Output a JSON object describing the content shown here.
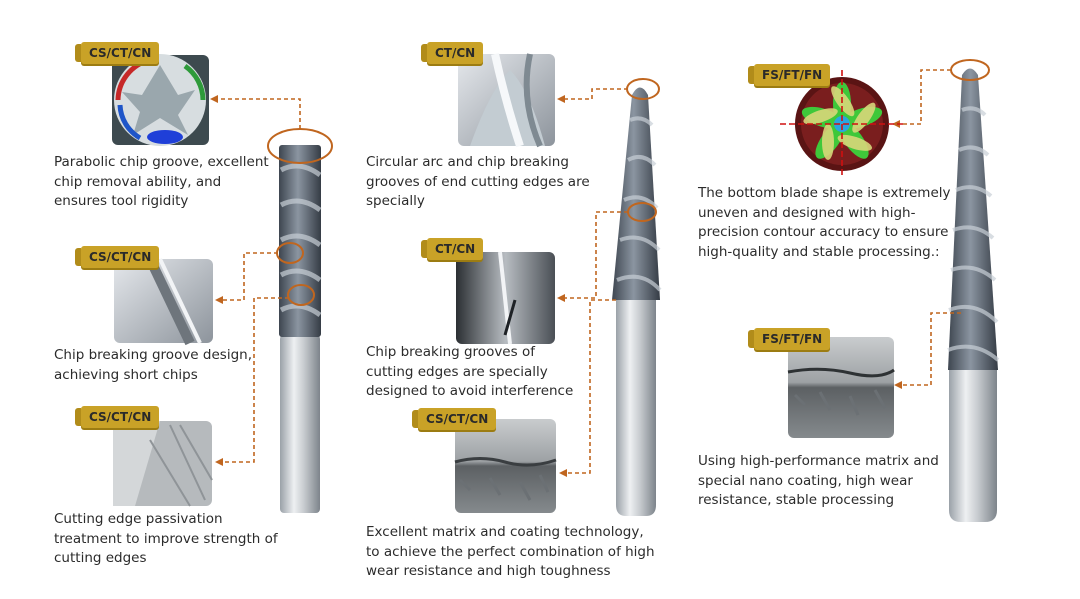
{
  "col1": {
    "tag1": "CS/CT/CN",
    "caption1": [
      "Parabolic chip groove, excellent",
      "chip removal ability, and",
      "ensures tool rigidity"
    ],
    "tag2": "CS/CT/CN",
    "caption2": [
      "Chip breaking groove design,",
      "achieving short chips"
    ],
    "tag3": "CS/CT/CN",
    "caption3": [
      "Cutting edge passivation",
      "treatment to improve strength of",
      "cutting edges"
    ]
  },
  "col2": {
    "tag1": "CT/CN",
    "caption1": [
      "Circular arc and chip breaking",
      "grooves of end cutting edges are",
      "specially"
    ],
    "tag2": "CT/CN",
    "caption2": [
      "Chip breaking grooves of",
      "cutting edges are specially",
      "designed to avoid interference"
    ],
    "tag3": "CS/CT/CN",
    "caption3": [
      "Excellent matrix and coating technology,",
      "to achieve the perfect combination of high",
      "wear resistance and high toughness"
    ]
  },
  "col3": {
    "tag1": "FS/FT/FN",
    "caption1": [
      "The bottom blade shape is extremely",
      "uneven and designed with high-",
      "precision contour accuracy to ensure",
      "high-quality and stable processing.:"
    ],
    "tag2": "FS/FT/FN",
    "caption2": [
      "Using high-performance matrix and",
      "special nano coating, high wear",
      "resistance, stable processing"
    ]
  },
  "colors": {
    "tag": "#c9a227",
    "leader": "#c0661f",
    "circle": "#c0661f"
  }
}
